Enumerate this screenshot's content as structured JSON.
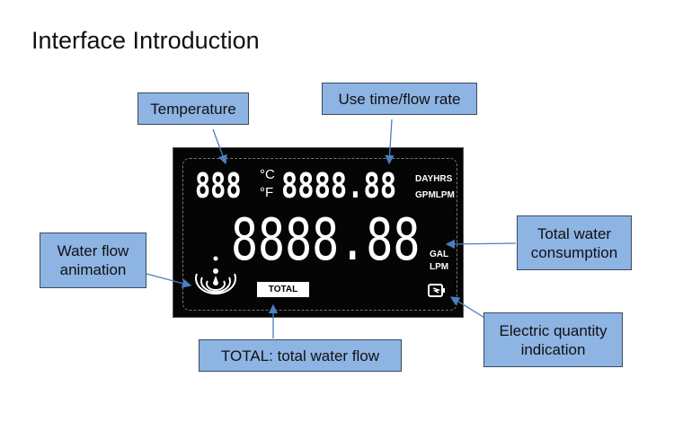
{
  "title": "Interface Introduction",
  "callouts": {
    "temperature": "Temperature",
    "use_time": "Use time/flow rate",
    "total_water": "Total water consumption",
    "water_flow": "Water flow animation",
    "total_flow": "TOTAL: total water flow",
    "electric": "Electric quantity indication"
  },
  "lcd": {
    "temp_digits": "888",
    "unit_c": "°C",
    "unit_f": "°F",
    "time_digits": "8888.88",
    "dayhrs": "DAYHRS",
    "gpmlpm": "GPMLPM",
    "main_digits": "8888.88",
    "gal": "GAL",
    "lpm": "LPM",
    "total_label": "TOTAL"
  },
  "colors": {
    "callout": "#8db4e3",
    "arrow": "#4a7fc1"
  }
}
